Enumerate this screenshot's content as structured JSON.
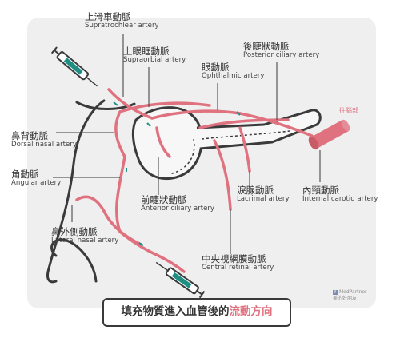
{
  "labels": {
    "supratrochlear": {
      "zh": "上滑車動脈",
      "en": "Supratrochlear artery"
    },
    "supraorbital": {
      "zh": "上眼眶動脈",
      "en": "Supraorbial artery"
    },
    "ophthalmic": {
      "zh": "眼動脈",
      "en": "Ophthalmic artery"
    },
    "posterior_ciliary": {
      "zh": "後睫狀動脈",
      "en": "Posterior ciliary artery"
    },
    "dorsal_nasal": {
      "zh": "鼻背動脈",
      "en": "Dorsal nasal artery"
    },
    "angular": {
      "zh": "角動脈",
      "en": "Angular artery"
    },
    "anterior_ciliary": {
      "zh": "前睫狀動脈",
      "en": "Anterior ciliary artery"
    },
    "lacrimal": {
      "zh": "淚腺動脈",
      "en": "Lacrimal artery"
    },
    "internal_carotid": {
      "zh": "內頸動脈",
      "en": "Internal carotid artery"
    },
    "lateral_nasal": {
      "zh": "鼻外側動脈",
      "en": "Lateral nasal artery"
    },
    "central_retinal": {
      "zh": "中央視網膜動脈",
      "en": "Central retinal artery"
    }
  },
  "to_brain": "往腦部",
  "caption": {
    "prefix": "填充物質進入血管後的",
    "highlight": "流動方向"
  },
  "brand": {
    "line1": "MedPartner",
    "line2": "美的好朋友"
  },
  "colors": {
    "artery": "#e07280",
    "outline": "#3a3a3a",
    "syringe": "#1f8f84",
    "background": "#efefef"
  }
}
